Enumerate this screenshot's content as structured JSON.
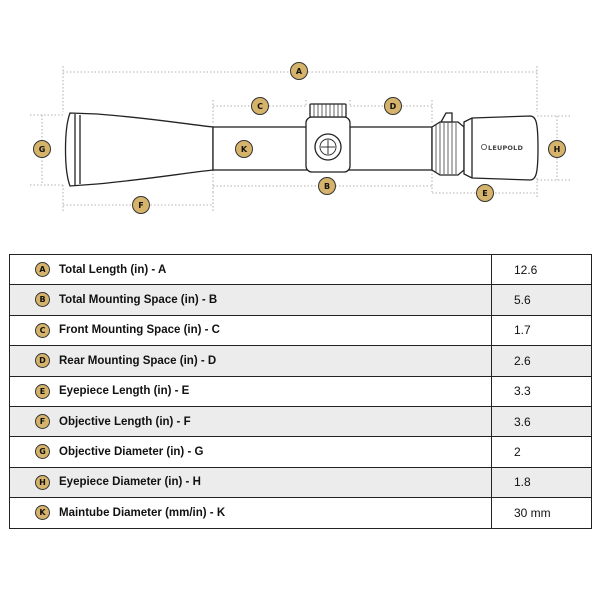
{
  "colors": {
    "badge_fill": "#d6b36a",
    "outline": "#222222",
    "alt_row": "#ececec",
    "dim_line": "#999999"
  },
  "diagram": {
    "logo_text": "LEUPOLD",
    "markers": [
      "A",
      "B",
      "C",
      "D",
      "E",
      "F",
      "G",
      "H",
      "K"
    ]
  },
  "specs": [
    {
      "letter": "A",
      "label": "Total Length (in) - A",
      "value": "12.6"
    },
    {
      "letter": "B",
      "label": "Total Mounting Space (in) - B",
      "value": "5.6"
    },
    {
      "letter": "C",
      "label": "Front Mounting Space (in) - C",
      "value": "1.7"
    },
    {
      "letter": "D",
      "label": "Rear Mounting Space (in) - D",
      "value": "2.6"
    },
    {
      "letter": "E",
      "label": "Eyepiece Length (in) - E",
      "value": "3.3"
    },
    {
      "letter": "F",
      "label": "Objective Length (in) - F",
      "value": "3.6"
    },
    {
      "letter": "G",
      "label": "Objective Diameter (in) - G",
      "value": "2"
    },
    {
      "letter": "H",
      "label": "Eyepiece Diameter (in) - H",
      "value": "1.8"
    },
    {
      "letter": "K",
      "label": "Maintube Diameter (mm/in) - K",
      "value": "30 mm"
    }
  ]
}
